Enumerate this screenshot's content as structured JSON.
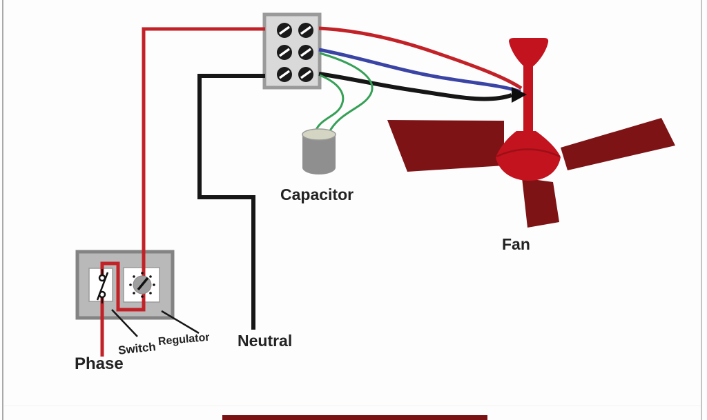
{
  "diagram": {
    "labels": {
      "phase": "Phase",
      "switch": "Switch",
      "regulator": "Regulator",
      "neutral": "Neutral",
      "capacitor": "Capacitor",
      "fan": "Fan"
    },
    "terminal_block": {
      "screw_rows": 3,
      "screw_cols": 2
    },
    "colors": {
      "phase_wire": "#c22227",
      "neutral_wire": "#161616",
      "blue_wire": "#3a44a5",
      "green_wire": "#35a057",
      "fan_body": "#c2131f",
      "fan_blade": "#7d1315",
      "fan_seam": "#9c0f16",
      "terminal_block_fill": "#d9d9d9",
      "terminal_block_border": "#9a9a9a",
      "switch_box_fill": "#b9b9b9",
      "switch_box_border": "#838383",
      "capacitor_body": "#8f8f8f",
      "capacitor_top": "#d4d6c3",
      "knob_fill": "#9e9e9e",
      "label_text": "#222222",
      "bottom_banner": "#7a1113"
    }
  }
}
